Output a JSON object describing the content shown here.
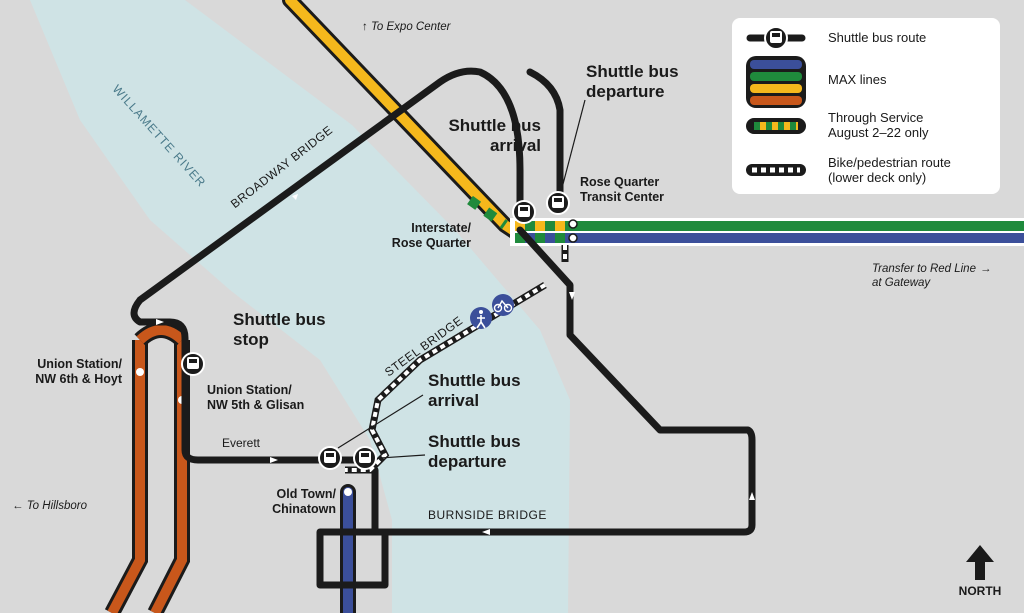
{
  "map": {
    "river_label": "WILLAMETTE RIVER",
    "bridges": {
      "broadway": "BROADWAY BRIDGE",
      "steel": "STEEL BRIDGE",
      "burnside": "BURNSIDE BRIDGE"
    },
    "stations": {
      "rose_quarter_tc": "Rose Quarter\nTransit Center",
      "interstate_rq": "Interstate/\nRose Quarter",
      "union_6th": "Union Station/\nNW 6th & Hoyt",
      "union_5th": "Union Station/\nNW 5th & Glisan",
      "old_town": "Old Town/\nChinatown"
    },
    "street_everett": "Everett",
    "callouts": {
      "departure_top": "Shuttle bus\ndeparture",
      "arrival_top": "Shuttle bus\narrival",
      "stop": "Shuttle bus\nstop",
      "arrival_bottom": "Shuttle bus\narrival",
      "departure_bottom": "Shuttle bus\ndeparture"
    },
    "directions": {
      "expo": "To Expo Center",
      "hillsboro": "To Hillsboro",
      "red_line": "Transfer to Red Line\nat Gateway"
    },
    "north": "NORTH"
  },
  "legend": {
    "items": [
      {
        "label": "Shuttle bus route",
        "icon": "bus-icon"
      },
      {
        "label": "MAX lines",
        "icon": "max-lines-swatch"
      },
      {
        "label": "Through Service\nAugust 2–22 only",
        "icon": "through-service-swatch"
      },
      {
        "label": "Bike/pedestrian route\n(lower deck only)",
        "icon": "bike-ped-swatch"
      }
    ]
  },
  "colors": {
    "background": "#d9d9d9",
    "river": "#cfe3e5",
    "shuttle": "#1b1b1b",
    "blue_line": "#3b4f9a",
    "green_line": "#1f8a3c",
    "yellow_line": "#f5b81c",
    "orange_line": "#c8571b"
  }
}
